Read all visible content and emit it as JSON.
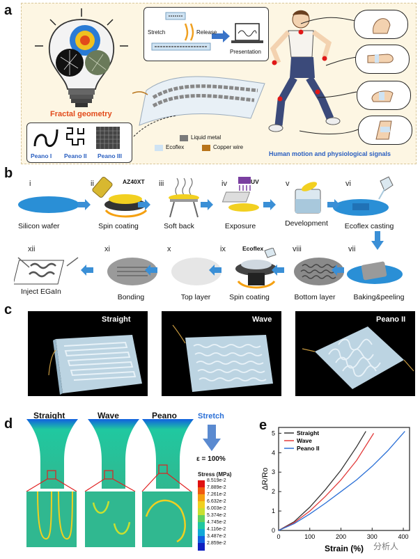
{
  "panel_a": {
    "label": "a",
    "fractal_title": "Fractal geometry",
    "peano_labels": [
      "Peano I",
      "Peano II",
      "Peano III"
    ],
    "stretch": "Stretch",
    "release": "Release",
    "presentation": "Presentation",
    "legend": {
      "liquid_metal": "Liquid metal",
      "ecoflex": "Ecoflex",
      "copper_wire": "Copper wire"
    },
    "human_caption": "Human motion and physiological signals",
    "colors": {
      "panel_bg": "#fdf6e3",
      "ecoflex": "#cfe3f3",
      "liquid_metal": "#7a7a7a",
      "copper": "#b8741a",
      "fractal_red": "#e24a1a"
    }
  },
  "panel_b": {
    "label": "b",
    "steps_row1": [
      {
        "num": "i",
        "caption": "Silicon wafer"
      },
      {
        "num": "ii",
        "caption": "Spin coating",
        "tag": "AZ40XT"
      },
      {
        "num": "iii",
        "caption": "Soft back"
      },
      {
        "num": "iv",
        "caption": "Exposure",
        "tag": "UV"
      },
      {
        "num": "v",
        "caption": "Development"
      },
      {
        "num": "vi",
        "caption": "Ecoflex casting"
      }
    ],
    "steps_row2": [
      {
        "num": "xii",
        "caption": "Inject EGaIn"
      },
      {
        "num": "xi",
        "caption": "Bonding"
      },
      {
        "num": "x",
        "caption": "Top layer"
      },
      {
        "num": "ix",
        "caption": "Spin coating",
        "tag": "Ecoflex"
      },
      {
        "num": "viii",
        "caption": "Bottom layer"
      },
      {
        "num": "vii",
        "caption": "Baking&peeling"
      }
    ]
  },
  "panel_c": {
    "label": "c",
    "photos": [
      "Straight",
      "Wave",
      "Peano II"
    ]
  },
  "panel_d": {
    "label": "d",
    "columns": [
      "Straight",
      "Wave",
      "Peano"
    ],
    "stretch": "Stretch",
    "strain": "ε = 100%",
    "colorbar_title": "Stress (MPa)",
    "colorbar_ticks": [
      "8.519e-2",
      "7.889e-2",
      "7.261e-2",
      "6.632e-2",
      "6.003e-2",
      "5.374e-2",
      "4.745e-2",
      "4.116e-2",
      "3.487e-2",
      "2.859e-2"
    ],
    "colorbar_colors": [
      "#e01010",
      "#f05a10",
      "#f5a010",
      "#f0d020",
      "#c8e030",
      "#60d060",
      "#20c8a0",
      "#10a8d8",
      "#1060e0",
      "#1020c0"
    ]
  },
  "panel_e": {
    "label": "e",
    "watermark": "分析人",
    "chart_data": {
      "type": "line",
      "xlabel": "Strain (%)",
      "ylabel": "ΔR/Ro",
      "xlim": [
        0,
        420
      ],
      "ylim": [
        0,
        5.3
      ],
      "xticks": [
        0,
        100,
        200,
        300,
        400
      ],
      "yticks": [
        0,
        1,
        2,
        3,
        4,
        5
      ],
      "legend_position": "top-left",
      "series": [
        {
          "name": "Straight",
          "color": "#333333",
          "x": [
            0,
            50,
            100,
            150,
            200,
            250,
            280
          ],
          "y": [
            0,
            0.45,
            1.2,
            2.1,
            3.1,
            4.3,
            5.1
          ]
        },
        {
          "name": "Wave",
          "color": "#e23a3a",
          "x": [
            0,
            50,
            100,
            150,
            200,
            250,
            305
          ],
          "y": [
            0,
            0.4,
            1.0,
            1.75,
            2.6,
            3.6,
            5.0
          ]
        },
        {
          "name": "Peano II",
          "color": "#2a6fd6",
          "x": [
            0,
            50,
            100,
            150,
            200,
            250,
            300,
            350,
            405
          ],
          "y": [
            0,
            0.35,
            0.85,
            1.4,
            2.0,
            2.6,
            3.3,
            4.1,
            5.1
          ]
        }
      ]
    }
  }
}
